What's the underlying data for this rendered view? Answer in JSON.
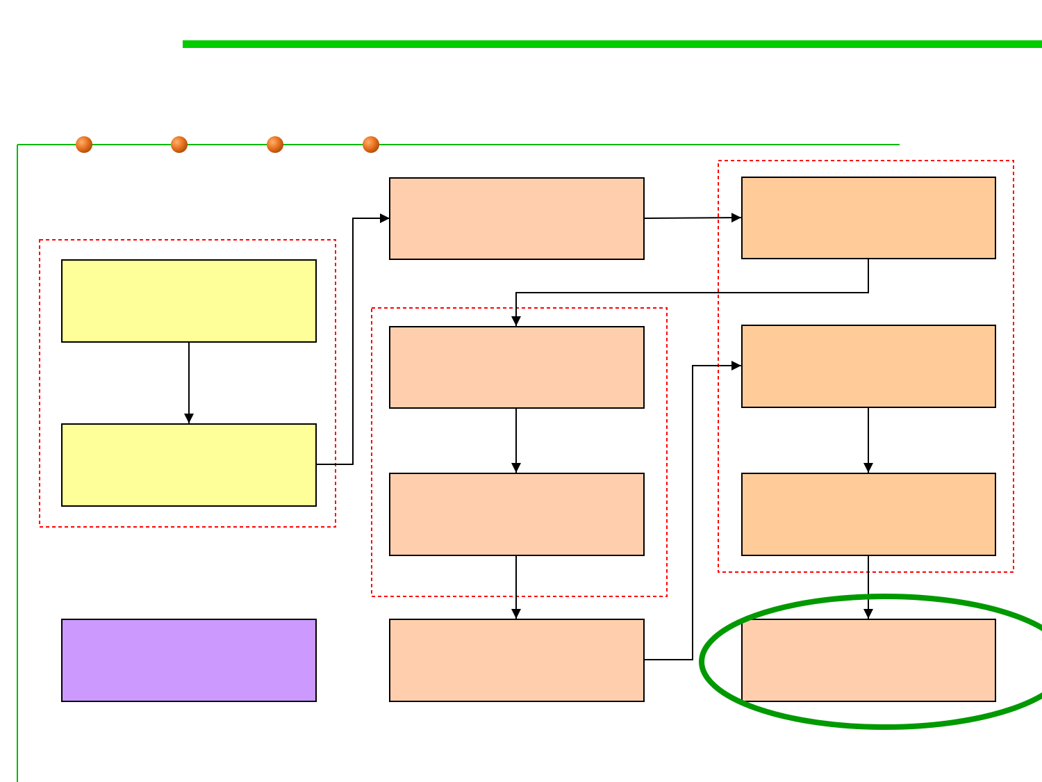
{
  "colors": {
    "top_accent_bar": "#00cc00",
    "frame_line": "#00bb00",
    "bullet_dot": "#e8711c",
    "group_dash": "#ff0000",
    "highlight_ellipse": "#009900",
    "connector": "#000000",
    "box_yellow": "#ffff99",
    "box_peach": "#ffcfad",
    "box_orange": "#ffcc99",
    "box_purple": "#cc99ff"
  },
  "diagram": {
    "nodes": [
      {
        "id": "left-top",
        "label": "",
        "fill": "box_yellow"
      },
      {
        "id": "left-middle",
        "label": "",
        "fill": "box_yellow"
      },
      {
        "id": "left-bottom",
        "label": "",
        "fill": "box_purple"
      },
      {
        "id": "center-top",
        "label": "",
        "fill": "box_peach"
      },
      {
        "id": "center-upper",
        "label": "",
        "fill": "box_peach"
      },
      {
        "id": "center-lower",
        "label": "",
        "fill": "box_peach"
      },
      {
        "id": "center-bottom",
        "label": "",
        "fill": "box_peach"
      },
      {
        "id": "right-top",
        "label": "",
        "fill": "box_orange"
      },
      {
        "id": "right-upper",
        "label": "",
        "fill": "box_orange"
      },
      {
        "id": "right-lower",
        "label": "",
        "fill": "box_orange"
      },
      {
        "id": "right-bottom",
        "label": "",
        "fill": "box_peach"
      }
    ],
    "edges": [
      {
        "from": "left-top",
        "to": "left-middle"
      },
      {
        "from": "left-middle",
        "to": "center-top"
      },
      {
        "from": "center-top",
        "to": "right-top"
      },
      {
        "from": "right-top",
        "to": "center-upper"
      },
      {
        "from": "center-upper",
        "to": "center-lower"
      },
      {
        "from": "center-lower",
        "to": "center-bottom"
      },
      {
        "from": "center-bottom",
        "to": "right-upper"
      },
      {
        "from": "right-upper",
        "to": "right-lower"
      },
      {
        "from": "right-lower",
        "to": "right-bottom"
      }
    ],
    "groups": [
      {
        "id": "group-left",
        "members": [
          "left-top",
          "left-middle"
        ]
      },
      {
        "id": "group-center",
        "members": [
          "center-upper",
          "center-lower"
        ]
      },
      {
        "id": "group-right",
        "members": [
          "right-top",
          "right-upper",
          "right-lower"
        ]
      }
    ],
    "highlight": {
      "target": "right-bottom"
    }
  }
}
